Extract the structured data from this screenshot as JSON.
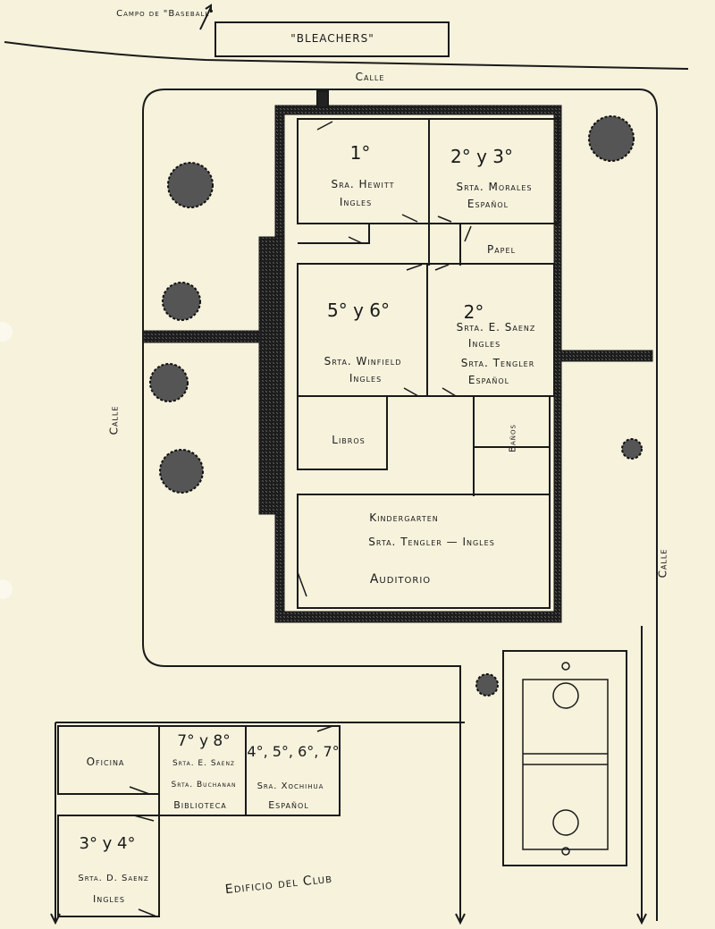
{
  "header": {
    "baseball_field": "Campo de \"Baseball\"",
    "bleachers": "\"BLEACHERS\""
  },
  "streets": {
    "top": "Calle",
    "left": "Calle",
    "right": "Calle"
  },
  "main_building": {
    "rooms": [
      {
        "grade": "1°",
        "teacher": "Sra. Hewitt",
        "language": "Ingles"
      },
      {
        "grade": "2° y 3°",
        "teacher": "Srta. Morales",
        "language": "Español"
      },
      {
        "label": "Papel"
      },
      {
        "grade": "5° y 6°",
        "teacher": "Srta. Winfield",
        "language": "Ingles"
      },
      {
        "grade": "2°",
        "teacher": "Srta. E. Saenz",
        "language": "Ingles",
        "teacher2": "Srta. Tengler",
        "language2": "Español"
      },
      {
        "label": "Libros"
      },
      {
        "label": "Baños"
      },
      {
        "label": "Kindergarten",
        "teacher": "Srta. Tengler — Ingles",
        "label2": "Auditorio"
      }
    ]
  },
  "club_building": {
    "title": "Edificio del Club",
    "rooms": [
      {
        "label": "Oficina"
      },
      {
        "grade": "7° y 8°",
        "teacher": "Srta. E. Saenz",
        "teacher2": "Srta. Buchanan",
        "label": "Biblioteca"
      },
      {
        "grade": "4°, 5°, 6°, 7°",
        "teacher": "Sra. Xochihua",
        "language": "Español"
      },
      {
        "grade": "3° y 4°",
        "teacher": "Srta. D. Saenz",
        "language": "Ingles"
      }
    ]
  },
  "colors": {
    "paper": "#f6f2dc",
    "ink": "#1a1a1a"
  }
}
